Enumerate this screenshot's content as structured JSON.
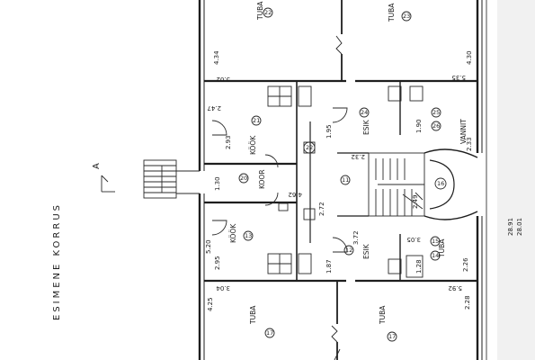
{
  "plan": {
    "title": "ESIMENE KORRUS",
    "section_marker": "A",
    "rooms": [
      {
        "id": "22",
        "label": "TUBA"
      },
      {
        "id": "23",
        "label": "TUBA"
      },
      {
        "id": "21",
        "label": "KÖÖK"
      },
      {
        "id": "22",
        "label": ""
      },
      {
        "id": "24",
        "label": "ESIK"
      },
      {
        "id": "20",
        "label": "KOOR"
      },
      {
        "id": "11",
        "label": ""
      },
      {
        "id": "16",
        "label": ""
      },
      {
        "id": "25",
        "label": ""
      },
      {
        "id": "26",
        "label": "VANNIT"
      },
      {
        "id": "13",
        "label": "KÖÖK"
      },
      {
        "id": "12",
        "label": "ESIK"
      },
      {
        "id": "15",
        "label": "TUBA"
      },
      {
        "id": "14",
        "label": ""
      },
      {
        "id": "17",
        "label": "TUBA"
      },
      {
        "id": "17",
        "label": "TUBA"
      }
    ],
    "dimensions": [
      "4.34",
      "5.02",
      "2.47",
      "2.93",
      "1.95",
      "1.90",
      "2.32",
      "1.30",
      "4.62",
      "2.72",
      "2.49",
      "5.20",
      "2.95",
      "3.72",
      "3.05",
      "1.87",
      "1.28",
      "2.26",
      "4.25",
      "3.04",
      "5.92",
      "2.28",
      "5.35",
      "4.30",
      "2.33",
      "28.91",
      "28.01"
    ]
  }
}
